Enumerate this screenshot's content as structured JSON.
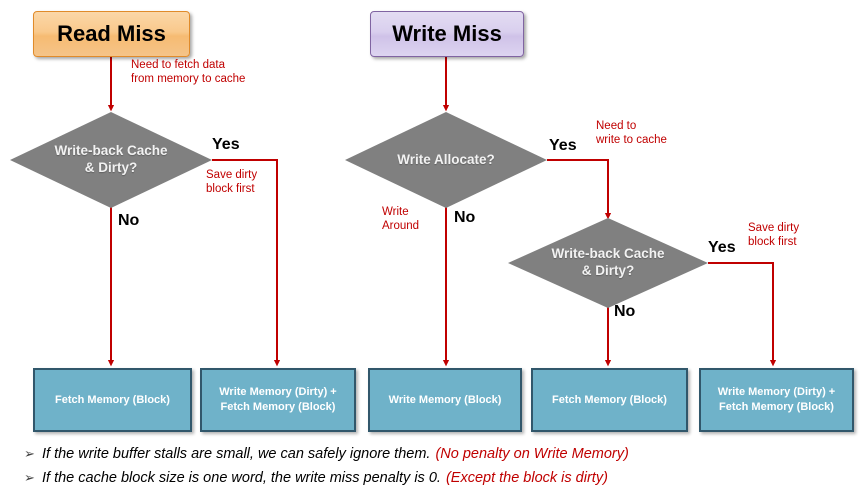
{
  "diagram": {
    "title": "Read Miss / Write Miss cache handling flowchart",
    "colors": {
      "red_accent": "#c00000",
      "diamond_fill": "#808080",
      "process_fill": "#6fb2c9",
      "process_border": "#31576b",
      "read_start_fill": "#f9c98c",
      "read_start_border": "#e08b2a",
      "write_start_fill": "#d9cfee",
      "write_start_border": "#8064a2"
    },
    "terminals": [
      {
        "id": "read-miss",
        "label": "Read Miss"
      },
      {
        "id": "write-miss",
        "label": "Write Miss"
      }
    ],
    "decisions": [
      {
        "id": "read-writeback-dirty",
        "label": "Write-back Cache\n& Dirty?"
      },
      {
        "id": "write-allocate",
        "label": "Write Allocate?"
      },
      {
        "id": "write-writeback-dirty",
        "label": "Write-back Cache\n& Dirty?"
      }
    ],
    "processes": [
      {
        "id": "proc-1",
        "label": "Fetch Memory (Block)"
      },
      {
        "id": "proc-2",
        "label": "Write Memory (Dirty) +\nFetch Memory (Block)"
      },
      {
        "id": "proc-3",
        "label": "Write Memory (Block)"
      },
      {
        "id": "proc-4",
        "label": "Fetch Memory (Block)"
      },
      {
        "id": "proc-5",
        "label": "Write Memory (Dirty) +\nFetch Memory (Block)"
      }
    ],
    "edge_labels": {
      "read_to_decision_note": "Need to fetch data\nfrom memory to cache",
      "read_yes": "Yes",
      "read_yes_note": "Save dirty\nblock first",
      "read_no": "No",
      "wa_yes": "Yes",
      "wa_yes_note": "Need to\nwrite to cache",
      "wa_no": "No",
      "wa_no_note": "Write\nAround",
      "wb2_yes": "Yes",
      "wb2_yes_note": "Save dirty\nblock first",
      "wb2_no": "No"
    }
  },
  "notes": [
    {
      "marker": "➢",
      "main": "If the write buffer stalls are small, we can safely ignore them.",
      "paren": "(No penalty on Write Memory)"
    },
    {
      "marker": "➢",
      "main": "If the cache block size is one word, the write miss penalty is 0.",
      "paren": "(Except the block is dirty)"
    }
  ]
}
